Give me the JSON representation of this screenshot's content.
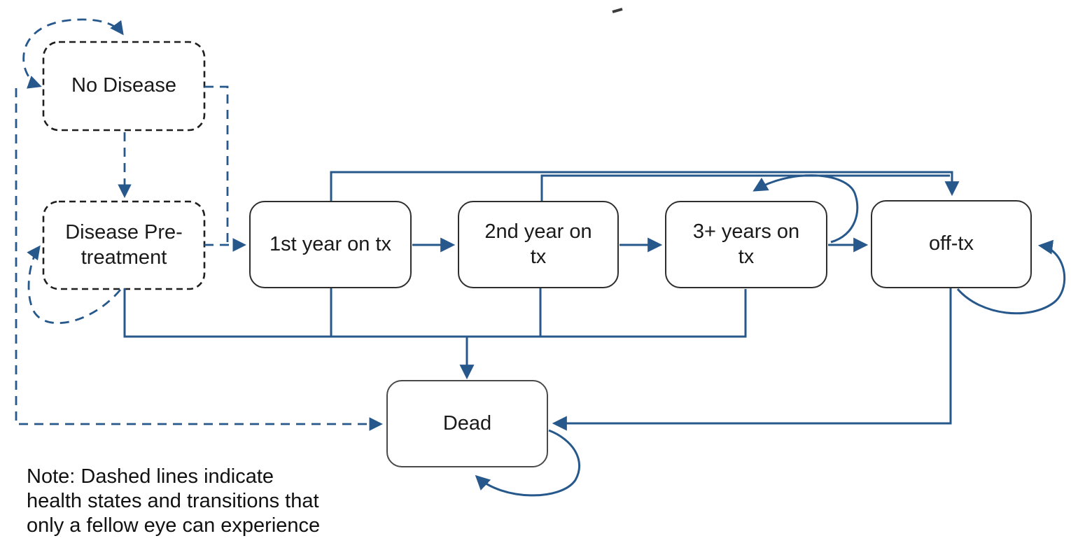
{
  "figure": {
    "type": "state-transition-diagram",
    "colors": {
      "connector_blue": "#27588C",
      "dashed_box_border": "#1f1f1f",
      "solid_box_border": "#2e2e2e",
      "dead_box_border": "#4a4a4a",
      "text": "#1a1a1a",
      "background": "#ffffff"
    },
    "states": {
      "no_disease": {
        "label": "No Disease",
        "border": "dashed"
      },
      "pre_treatment": {
        "label": "Disease Pre-treatment",
        "border": "dashed"
      },
      "year1": {
        "label": "1st year on tx",
        "border": "solid"
      },
      "year2": {
        "label": "2nd year on tx",
        "border": "solid"
      },
      "year3": {
        "label": "3+ years on tx",
        "border": "solid"
      },
      "off_tx": {
        "label": "off-tx",
        "border": "solid"
      },
      "dead": {
        "label": "Dead",
        "border": "solid"
      }
    },
    "transitions": [
      {
        "from": "no_disease",
        "to": "no_disease",
        "style": "dashed"
      },
      {
        "from": "no_disease",
        "to": "pre_treatment",
        "style": "dashed"
      },
      {
        "from": "no_disease",
        "to": "year1",
        "style": "dashed"
      },
      {
        "from": "no_disease",
        "to": "dead",
        "style": "dashed"
      },
      {
        "from": "pre_treatment",
        "to": "pre_treatment",
        "style": "dashed"
      },
      {
        "from": "pre_treatment",
        "to": "year1",
        "style": "dashed"
      },
      {
        "from": "pre_treatment",
        "to": "dead",
        "style": "solid"
      },
      {
        "from": "year1",
        "to": "year2",
        "style": "solid"
      },
      {
        "from": "year1",
        "to": "off_tx",
        "style": "solid"
      },
      {
        "from": "year1",
        "to": "dead",
        "style": "solid"
      },
      {
        "from": "year2",
        "to": "year3",
        "style": "solid"
      },
      {
        "from": "year2",
        "to": "off_tx",
        "style": "solid"
      },
      {
        "from": "year2",
        "to": "dead",
        "style": "solid"
      },
      {
        "from": "year3",
        "to": "year3",
        "style": "solid"
      },
      {
        "from": "year3",
        "to": "off_tx",
        "style": "solid"
      },
      {
        "from": "year3",
        "to": "dead",
        "style": "solid"
      },
      {
        "from": "off_tx",
        "to": "off_tx",
        "style": "solid"
      },
      {
        "from": "off_tx",
        "to": "dead",
        "style": "solid"
      },
      {
        "from": "dead",
        "to": "dead",
        "style": "solid"
      }
    ],
    "note": {
      "lines": [
        "Note: Dashed lines indicate",
        "health states and transitions that",
        "only a fellow eye can experience"
      ]
    }
  }
}
